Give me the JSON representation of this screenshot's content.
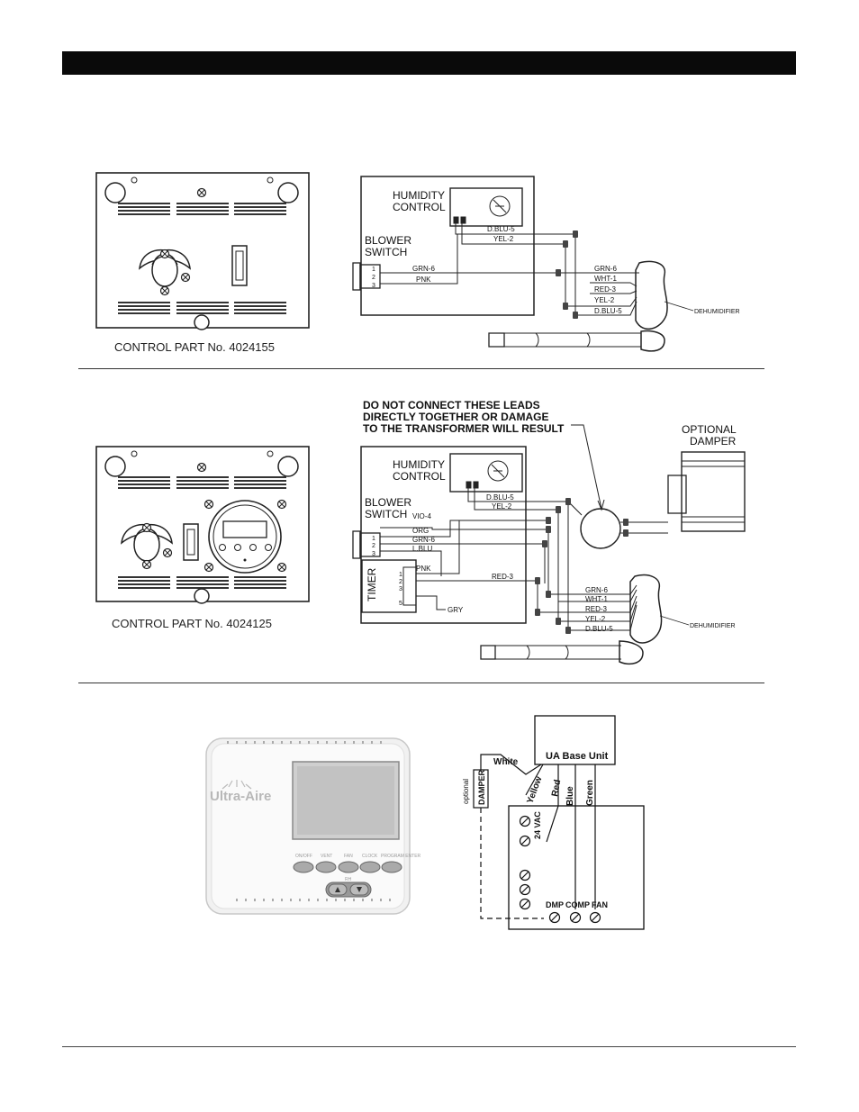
{
  "diagram1": {
    "control_part": "CONTROL PART No. 4024155",
    "humidity_control": [
      "HUMIDITY",
      "CONTROL"
    ],
    "blower_switch": [
      "BLOWER",
      "SWITCH"
    ],
    "switch_pins": [
      "1",
      "2",
      "3"
    ],
    "left_wires": [
      "D.BLU-5",
      "YEL-2",
      "GRN-6",
      "PNK"
    ],
    "right_wires": [
      "GRN-6",
      "WHT-1",
      "RED-3",
      "YEL-2",
      "D.BLU-5"
    ],
    "dehumidifier": "DEHUMIDIFIER"
  },
  "diagram2": {
    "control_part": "CONTROL PART No. 4024125",
    "warning": [
      "DO NOT CONNECT THESE LEADS",
      "DIRECTLY TOGETHER OR DAMAGE",
      "TO THE TRANSFORMER WILL RESULT"
    ],
    "optional_damper": [
      "OPTIONAL",
      "DAMPER"
    ],
    "humidity_control": [
      "HUMIDITY",
      "CONTROL"
    ],
    "blower_switch": [
      "BLOWER",
      "SWITCH"
    ],
    "switch_pins": [
      "1",
      "2",
      "3"
    ],
    "timer": "TIMER",
    "timer_pins": [
      "1",
      "2",
      "3",
      "5"
    ],
    "left_wires": [
      "D.BLU-5",
      "YEL-2",
      "VIO-4",
      "ORG",
      "GRN-6",
      "L.BLU",
      "PNK",
      "RED-3",
      "GRY"
    ],
    "right_wires": [
      "GRN-6",
      "WHT-1",
      "RED-3",
      "YEL-2",
      "D.BLU-5"
    ],
    "dehumidifier": "DEHUMIDIFIER"
  },
  "thermostat": {
    "brand": "Ultra-Aire",
    "buttons": [
      "ON/OFF",
      "VENT",
      "FAN",
      "CLOCK",
      "PROGRAM ENTER"
    ],
    "rh_label": "RH"
  },
  "wiring3": {
    "base_unit": "UA Base Unit",
    "white": "White",
    "optional": "optional",
    "damper": "DAMPER",
    "wires": [
      "Yellow",
      "Red",
      "Blue",
      "Green"
    ],
    "vac": "24 VAC",
    "terminals": [
      "DMP",
      "COMP",
      "FAN"
    ]
  }
}
